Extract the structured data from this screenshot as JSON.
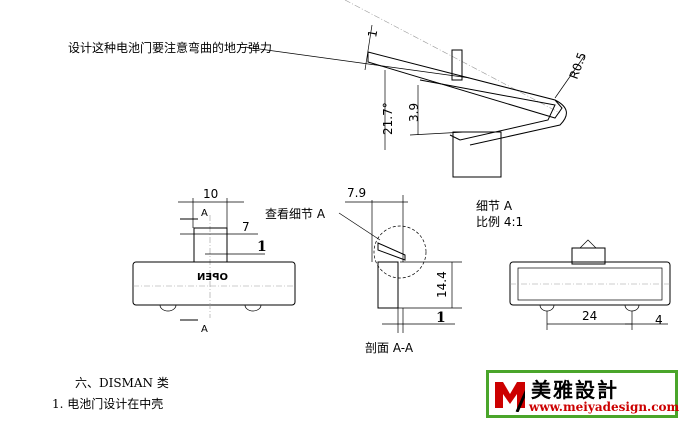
{
  "annotation": "设计这种电池门要注意弯曲的地方弹力",
  "detail_top": {
    "dim_thickness": "1",
    "dim_angle": "21.7°",
    "dim_height": "3.9",
    "dim_radius": "R0.5"
  },
  "front_view": {
    "dim_width": "10",
    "section_mark_top": "A",
    "section_mark_bottom": "A",
    "dim_inner": "7",
    "dim_step": "1",
    "open_label": "OPEN"
  },
  "section_view": {
    "dim_offset": "7.9",
    "detail_callout": "查看细节 A",
    "dim_height": "14.4",
    "dim_bottom": "1",
    "caption": "剖面 A-A"
  },
  "detail_label": {
    "title": "细节 A",
    "scale": "比例 4:1"
  },
  "rear_view": {
    "dim_span": "24",
    "dim_foot": "4"
  },
  "text": {
    "heading": "六、DISMAN 类",
    "item1": "1.  电池门设计在中壳"
  },
  "logo": {
    "name": "美雅設計",
    "url": "www.meiyadesign.com",
    "colors": {
      "border": "#4aa52a",
      "accent": "#cc0000"
    }
  }
}
